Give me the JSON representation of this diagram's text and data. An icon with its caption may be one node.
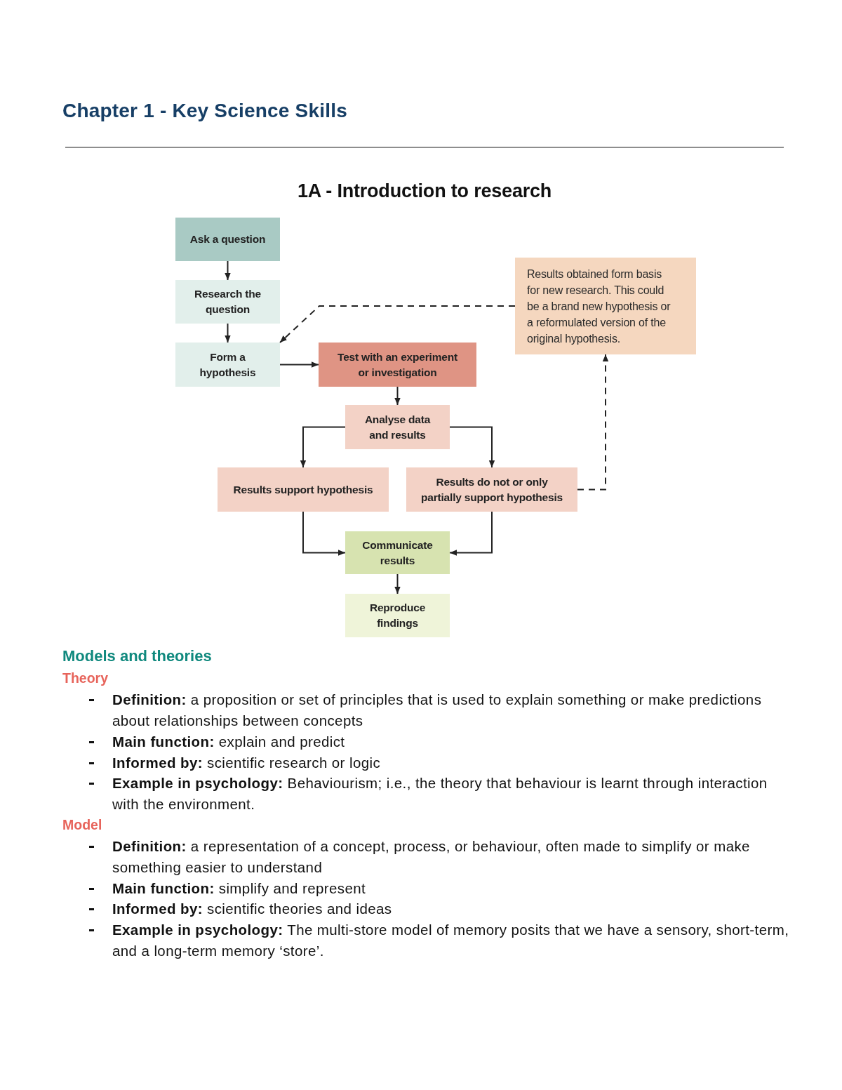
{
  "diagram": {
    "title": "Chapter 1 - Key Science Skills",
    "nodes": [
      {
        "text": [
          "Ask a question"
        ]
      },
      {
        "text": [
          "Research the question"
        ]
      },
      {
        "text": [
          "Form a hypothesis"
        ]
      },
      {
        "text": [
          "Test with an experiment or investigation"
        ]
      },
      {
        "text": [
          "Analyse data and results"
        ]
      },
      {
        "text": [
          "Results support hypothesis"
        ]
      },
      {
        "text": [
          "Results do not or only partially support hypothesis"
        ]
      },
      {
        "text": [
          "Communicate results"
        ]
      },
      {
        "text": [
          "Reproduce findings"
        ]
      },
      {
        "text": [
          "Results obtained form basis for new research. This could be a brand new hypothesis or a reformulated version of the original hypothesis."
        ]
      }
    ],
    "edges": [
      {
        "from": 0,
        "to": 1,
        "arrow": "to"
      },
      {
        "from": 1,
        "to": 2,
        "arrow": "to"
      },
      {
        "from": 2,
        "to": 3,
        "arrow": "to"
      },
      {
        "from": 3,
        "to": 4,
        "arrow": "to"
      },
      {
        "from": 4,
        "to": 5,
        "arrow": "to"
      },
      {
        "from": 4,
        "to": 6,
        "arrow": "to"
      },
      {
        "from": 5,
        "to": 7,
        "arrow": "to"
      },
      {
        "from": 6,
        "to": 7,
        "arrow": "to"
      },
      {
        "from": 7,
        "to": 8,
        "arrow": "to"
      },
      {
        "from": 6,
        "to": 9,
        "arrow": "to",
        "style": "dashed"
      },
      {
        "from": 9,
        "to": 2,
        "arrow": "to",
        "style": "dashed"
      }
    ],
    "labels": [
      "1A - Introduction to research",
      "Models and theories",
      "Theory",
      "**Definition:** a proposition or set of principles that is used to explain something or make predictions about relationships between concepts",
      "**Main function:** explain and predict",
      "**Informed by:** scientific research or logic",
      "**Example in psychology:** Behaviourism; i.e., the theory that behaviour is learnt through interaction with the environment.",
      "Model",
      "**Definition:** a representation of a concept, process, or behaviour, often made to simplify or make something easier to understand",
      "**Main function:** simplify and represent",
      "**Informed by:** scientific theories and ideas",
      "**Example in psychology:** The multi-store model of memory posits that we have a sensory, short-term, and a long-term memory ‘store’."
    ]
  }
}
